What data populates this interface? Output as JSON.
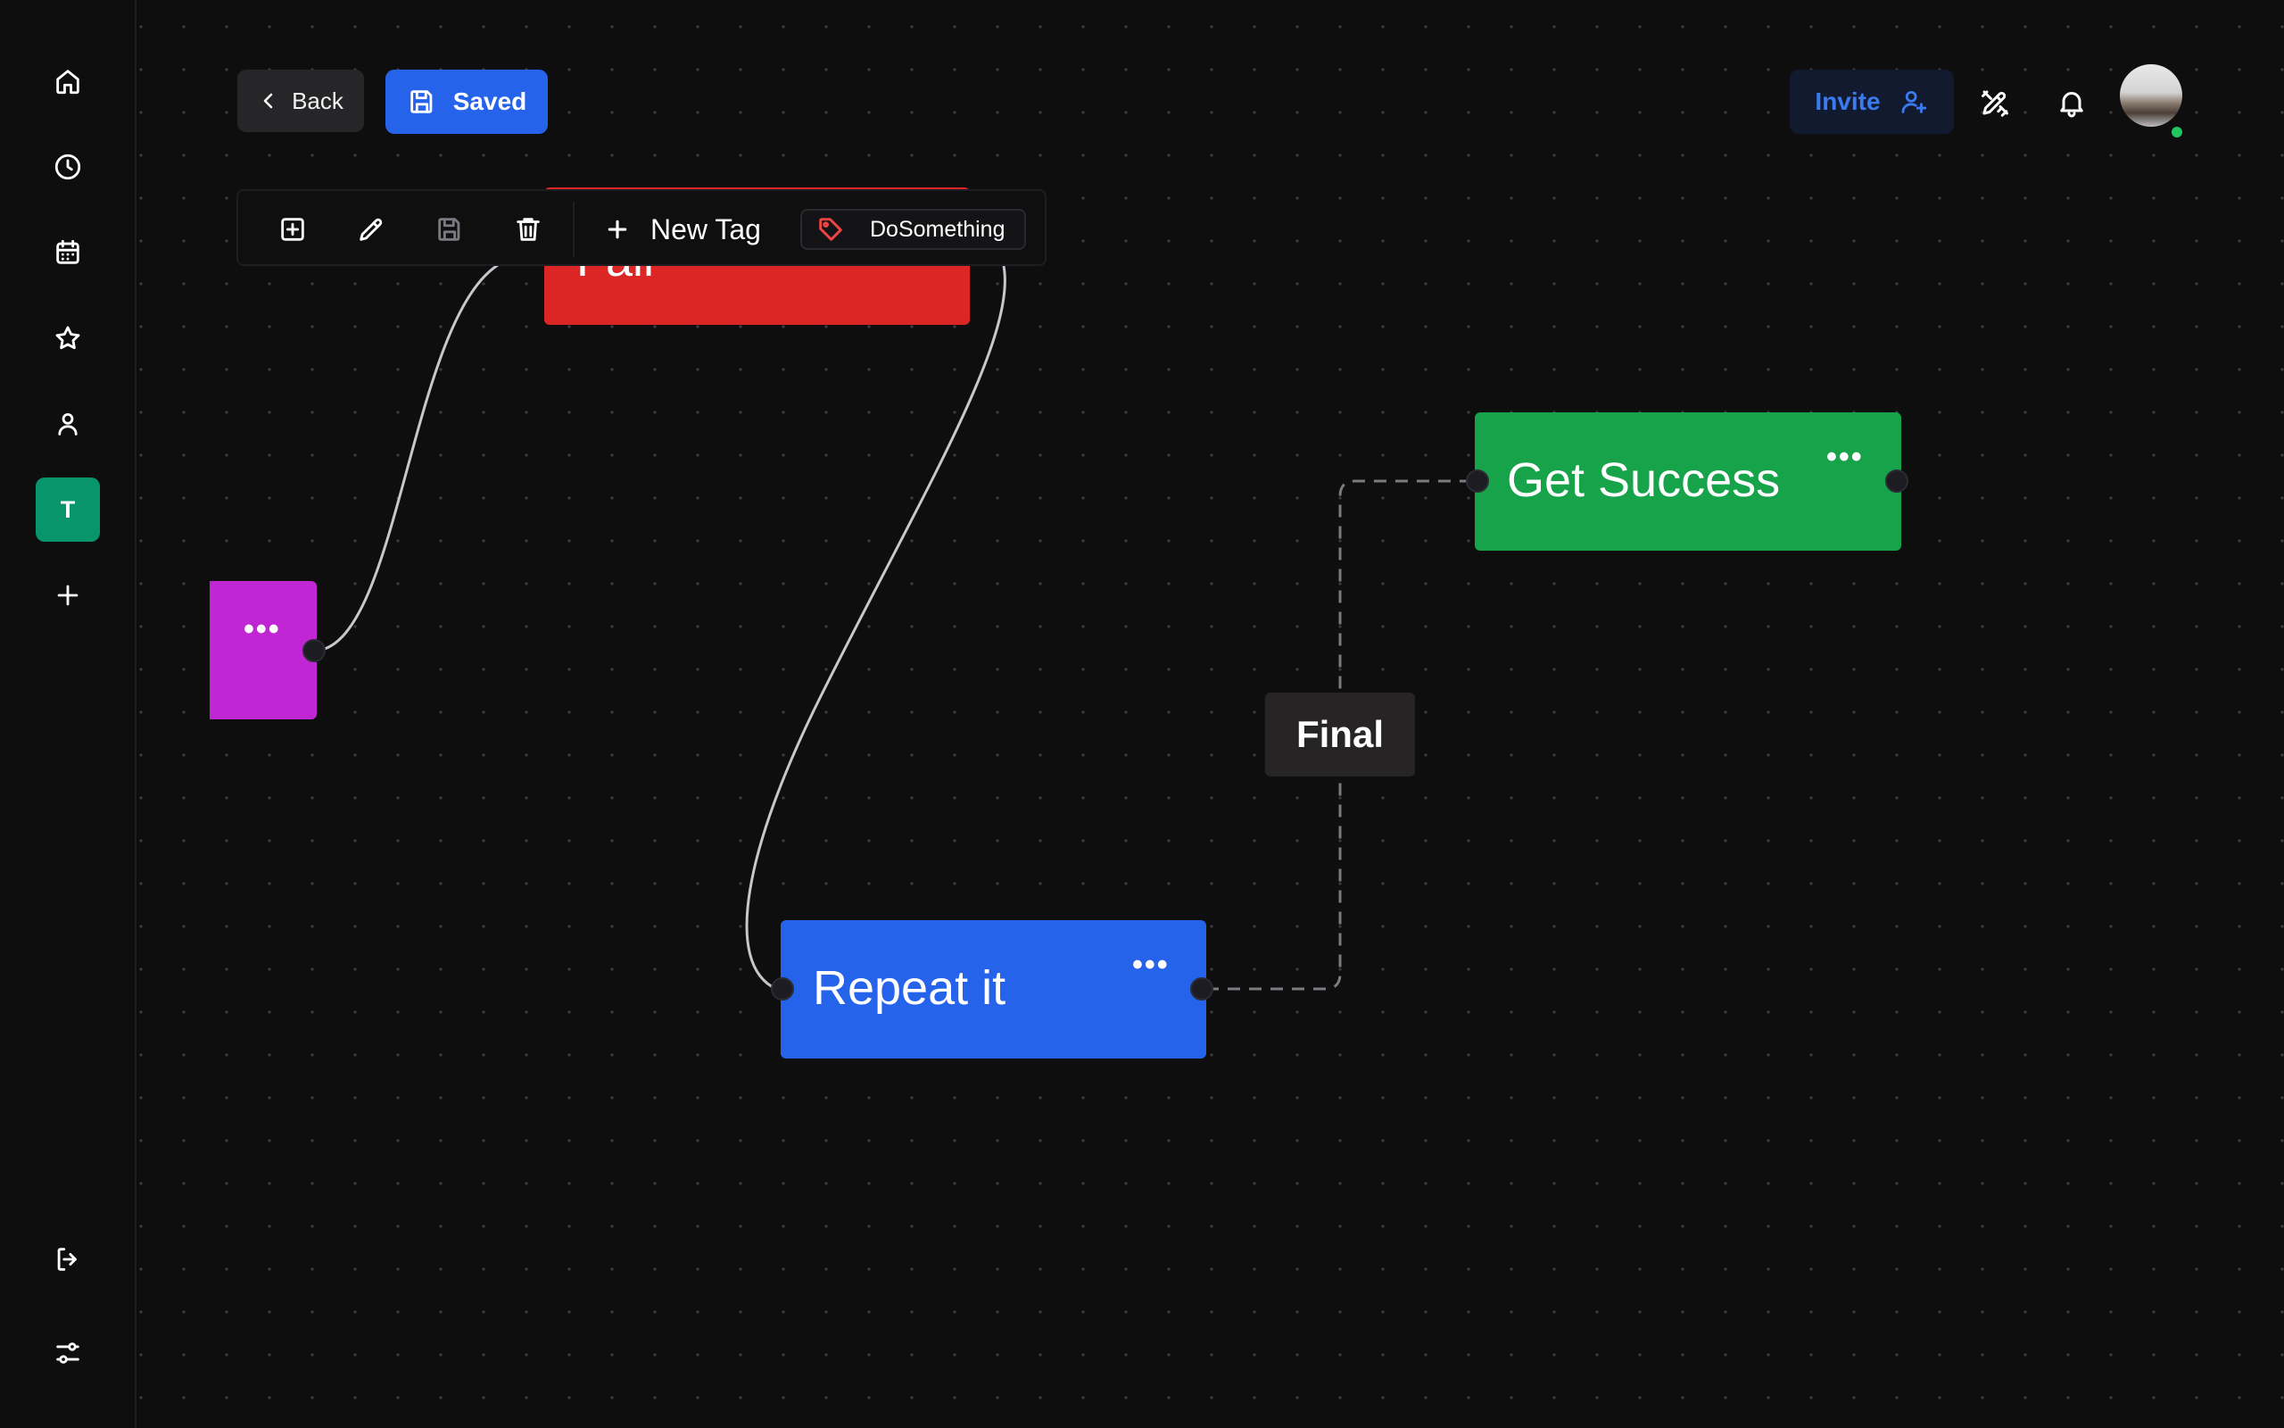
{
  "sidebar": {
    "items": [
      {
        "icon": "home-icon"
      },
      {
        "icon": "clock-icon"
      },
      {
        "icon": "calendar-icon"
      },
      {
        "icon": "star-icon"
      },
      {
        "icon": "user-icon"
      },
      {
        "icon": "workspace-badge",
        "label": "T",
        "active": true
      },
      {
        "icon": "plus-icon"
      }
    ],
    "bottom": [
      {
        "icon": "logout-icon"
      },
      {
        "icon": "settings-sliders-icon"
      }
    ]
  },
  "header": {
    "back_label": "Back",
    "saved_label": "Saved",
    "invite_label": "Invite"
  },
  "toolbar": {
    "new_tag_label": "New Tag",
    "tag_label": "DoSomething"
  },
  "nodes": {
    "red": {
      "label": "Fail",
      "color": "#dc2626"
    },
    "purple": {
      "color": "#c026d3"
    },
    "green": {
      "label": "Get Success",
      "color": "#16a34a"
    },
    "blue": {
      "label": "Repeat it",
      "color": "#2563eb"
    }
  },
  "edges": {
    "final_label": "Final"
  },
  "colors": {
    "accent": "#2563eb",
    "workspace": "#08956b",
    "online": "#22c55e",
    "tag": "#ef4444"
  }
}
